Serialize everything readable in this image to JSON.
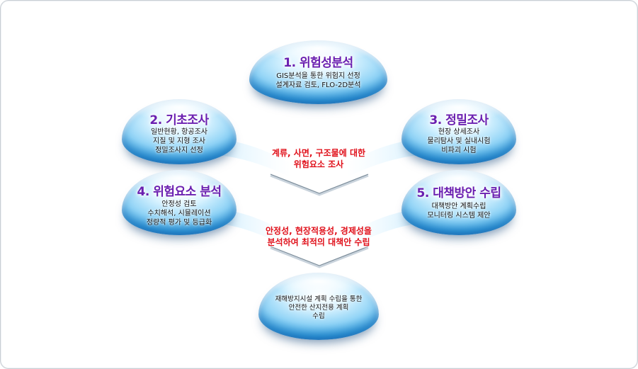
{
  "diagram": {
    "step1": {
      "title": "1. 위험성분석",
      "lines": [
        "GIS분석을 통한 위험지 선정",
        "설계자료 검토, FLO-2D분석"
      ]
    },
    "step2": {
      "title": "2. 기초조사",
      "lines": [
        "일반현황, 항공조사",
        "지질 및 지형 조사",
        "정밀조사지 선정"
      ]
    },
    "step3": {
      "title": "3. 정밀조사",
      "lines": [
        "현장 상세조사",
        "물리탐사 및 실내시험",
        "비파괴 시험"
      ]
    },
    "step4": {
      "title": "4. 위험요소 분석",
      "lines": [
        "안정성 검토",
        "수치해석, 시뮬레이션",
        "정량적 평가 및 등급화"
      ]
    },
    "step5": {
      "title": "5. 대책방안 수립",
      "lines": [
        "대책방안 계획수립",
        "모니터링 시스템 제안"
      ]
    },
    "result": {
      "lines": [
        "재해방지시설 계획 수립을 통한",
        "안전한 산지전용 계획",
        "수립"
      ]
    },
    "note1": {
      "lines": [
        "계류, 사면, 구조물에 대한",
        "위험요소 조사"
      ]
    },
    "note2": {
      "lines": [
        "안정성, 현장적용성, 경제성을",
        "분석하여 최적의 대책안 수립"
      ]
    }
  },
  "colors": {
    "title": "#6a1fb0",
    "note": "#e0101a",
    "dome_edge": "#1f7fc6",
    "connector": "#9fd6f3"
  }
}
